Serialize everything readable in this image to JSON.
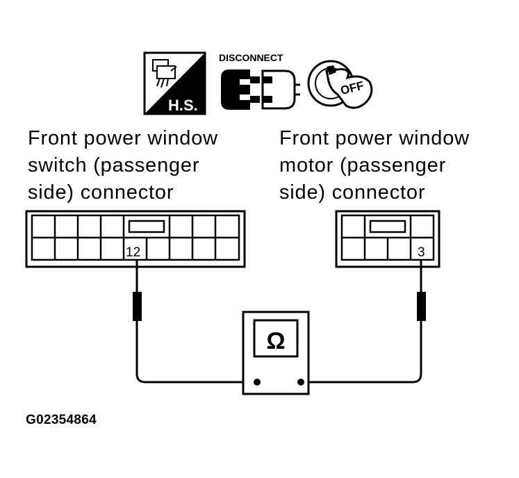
{
  "icons": {
    "harness_label": "H.S.",
    "disconnect_label": "DISCONNECT",
    "ignition_label": "OFF"
  },
  "left_connector": {
    "caption_lines": [
      "Front power window",
      "switch (passenger",
      "side) connector"
    ],
    "terminal": "12"
  },
  "right_connector": {
    "caption_lines": [
      "Front power window",
      "motor (passenger",
      "side) connector"
    ],
    "terminal": "3"
  },
  "meter": {
    "symbol": "Ω"
  },
  "figure_code": "G02354864"
}
